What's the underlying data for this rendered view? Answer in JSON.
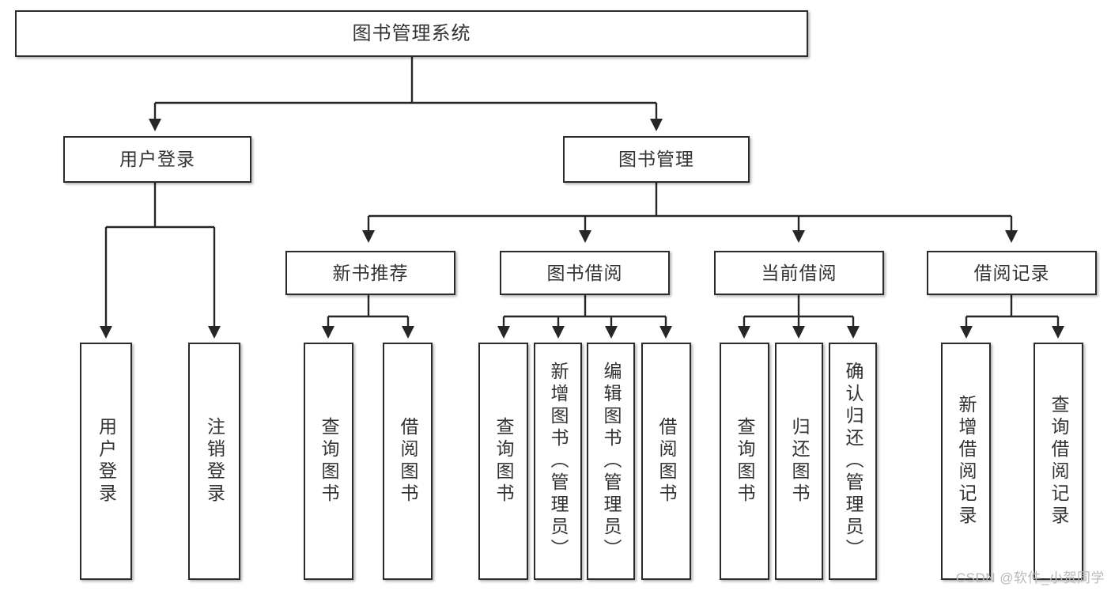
{
  "diagram": {
    "title": "图书管理系统",
    "watermark": "CSDN @软件_小贺同学",
    "colors": {
      "box_border": "#2b2b2b",
      "box_fill": "#ffffff",
      "text": "#333333",
      "connector": "#262626",
      "watermark": "#b9b9b9",
      "background": "#ffffff"
    },
    "levels": {
      "root": {
        "label": "图书管理系统"
      },
      "level2": [
        {
          "id": "user-login",
          "label": "用户登录"
        },
        {
          "id": "book-management",
          "label": "图书管理"
        }
      ],
      "level3": [
        {
          "id": "new-book-recommend",
          "label": "新书推荐"
        },
        {
          "id": "book-borrow",
          "label": "图书借阅"
        },
        {
          "id": "current-borrow",
          "label": "当前借阅"
        },
        {
          "id": "borrow-record",
          "label": "借阅记录"
        }
      ],
      "leaves": {
        "user_login": [
          {
            "id": "leaf-user-login",
            "label": "用户登录"
          },
          {
            "id": "leaf-logout",
            "label": "注销登录"
          }
        ],
        "new_book_recommend": [
          {
            "id": "leaf-query-book-1",
            "label": "查询图书"
          },
          {
            "id": "leaf-borrow-book-1",
            "label": "借阅图书"
          }
        ],
        "book_borrow": [
          {
            "id": "leaf-query-book-2",
            "label": "查询图书"
          },
          {
            "id": "leaf-add-book",
            "label": "新增图书（管理员）"
          },
          {
            "id": "leaf-edit-book",
            "label": "编辑图书（管理员）"
          },
          {
            "id": "leaf-borrow-book-2",
            "label": "借阅图书"
          }
        ],
        "current_borrow": [
          {
            "id": "leaf-query-book-3",
            "label": "查询图书"
          },
          {
            "id": "leaf-return-book",
            "label": "归还图书"
          },
          {
            "id": "leaf-confirm-return",
            "label": "确认归还（管理员）"
          }
        ],
        "borrow_record": [
          {
            "id": "leaf-add-record",
            "label": "新增借阅记录"
          },
          {
            "id": "leaf-query-record",
            "label": "查询借阅记录"
          }
        ]
      }
    }
  }
}
